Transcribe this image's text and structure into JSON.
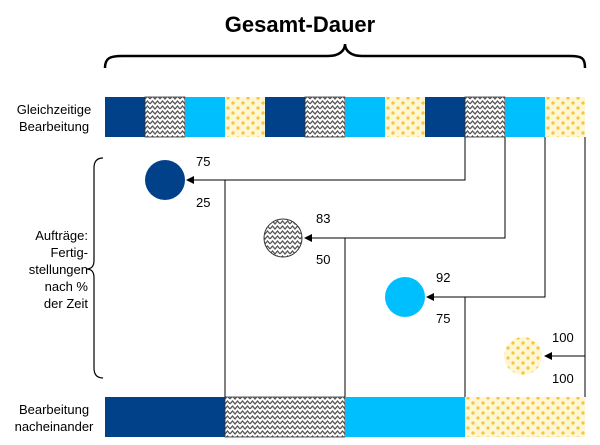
{
  "title": "Gesamt-Dauer",
  "rows": {
    "parallel_line1": "Gleichzeitige",
    "parallel_line2": "Bearbeitung",
    "sequential_line1": "Bearbeitung",
    "sequential_line2": "nacheinander"
  },
  "side_label": {
    "line1": "Aufträge:",
    "line2": "Fertig-",
    "line3": "stellungen",
    "line4": "nach %",
    "line5": "der Zeit"
  },
  "colors": {
    "order_a": "#004189",
    "order_b_pattern": "zigzag-grey",
    "order_c": "#00BFFF",
    "order_d": "#FFE79A"
  },
  "orders": [
    {
      "name": "order-a",
      "pattern": "solid-dark-blue",
      "parallel_percent": "75",
      "sequential_percent": "25"
    },
    {
      "name": "order-b",
      "pattern": "zigzag",
      "parallel_percent": "83",
      "sequential_percent": "50"
    },
    {
      "name": "order-c",
      "pattern": "solid-light-blue",
      "parallel_percent": "92",
      "sequential_percent": "75"
    },
    {
      "name": "order-d",
      "pattern": "dotted-yellow",
      "parallel_percent": "100",
      "sequential_percent": "100"
    }
  ]
}
